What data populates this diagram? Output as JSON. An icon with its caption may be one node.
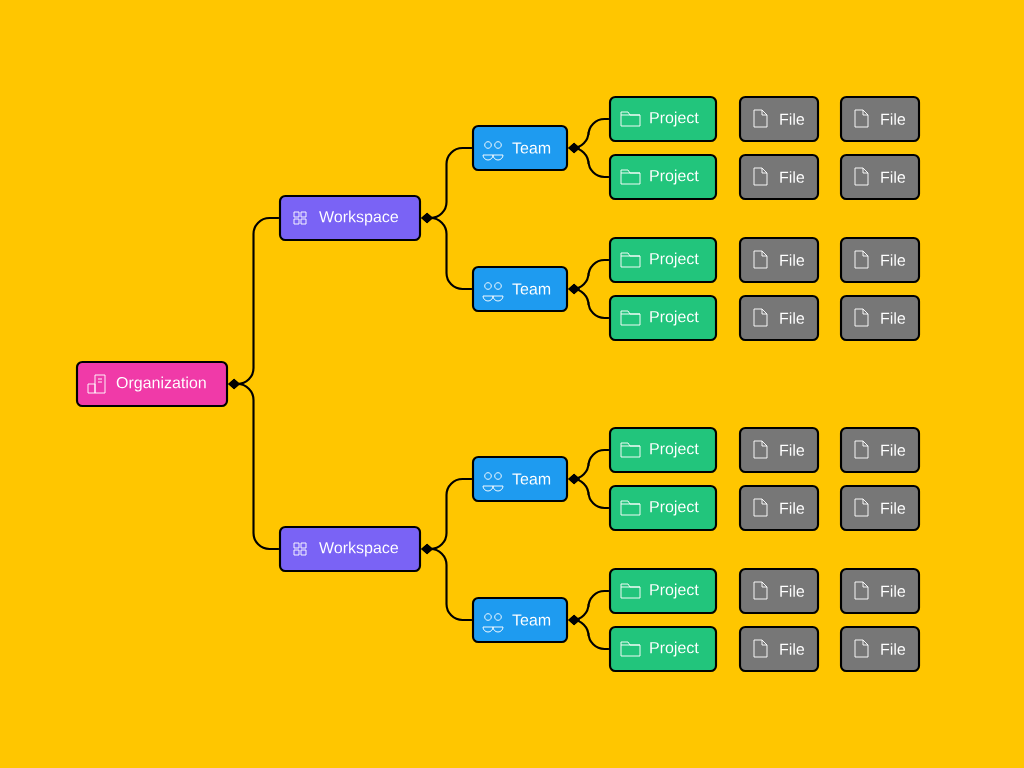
{
  "diagram": {
    "nodes": [
      {
        "text": [
          "Organization"
        ]
      },
      {
        "text": [
          "Workspace"
        ]
      },
      {
        "text": [
          "Team"
        ]
      },
      {
        "text": [
          "Project"
        ]
      },
      {
        "text": [
          "File"
        ]
      },
      {
        "text": [
          "File"
        ]
      },
      {
        "text": [
          "Project"
        ]
      },
      {
        "text": [
          "File"
        ]
      },
      {
        "text": [
          "File"
        ]
      },
      {
        "text": [
          "Team"
        ]
      },
      {
        "text": [
          "Project"
        ]
      },
      {
        "text": [
          "File"
        ]
      },
      {
        "text": [
          "File"
        ]
      },
      {
        "text": [
          "Project"
        ]
      },
      {
        "text": [
          "File"
        ]
      },
      {
        "text": [
          "File"
        ]
      },
      {
        "text": [
          "Workspace"
        ]
      },
      {
        "text": [
          "Team"
        ]
      },
      {
        "text": [
          "Project"
        ]
      },
      {
        "text": [
          "File"
        ]
      },
      {
        "text": [
          "File"
        ]
      },
      {
        "text": [
          "Project"
        ]
      },
      {
        "text": [
          "File"
        ]
      },
      {
        "text": [
          "File"
        ]
      },
      {
        "text": [
          "Team"
        ]
      },
      {
        "text": [
          "Project"
        ]
      },
      {
        "text": [
          "File"
        ]
      },
      {
        "text": [
          "File"
        ]
      },
      {
        "text": [
          "Project"
        ]
      },
      {
        "text": [
          "File"
        ]
      },
      {
        "text": [
          "File"
        ]
      }
    ],
    "edges": [
      {
        "from": 0,
        "to": 1,
        "arrow": "other"
      },
      {
        "from": 0,
        "to": 16,
        "arrow": "other"
      },
      {
        "from": 1,
        "to": 2,
        "arrow": "other"
      },
      {
        "from": 1,
        "to": 9,
        "arrow": "other"
      },
      {
        "from": 2,
        "to": 3,
        "arrow": "other"
      },
      {
        "from": 2,
        "to": 6,
        "arrow": "other"
      },
      {
        "from": 9,
        "to": 10,
        "arrow": "other"
      },
      {
        "from": 9,
        "to": 13,
        "arrow": "other"
      },
      {
        "from": 16,
        "to": 17,
        "arrow": "other"
      },
      {
        "from": 16,
        "to": 24,
        "arrow": "other"
      },
      {
        "from": 17,
        "to": 18,
        "arrow": "other"
      },
      {
        "from": 17,
        "to": 21,
        "arrow": "other"
      },
      {
        "from": 24,
        "to": 25,
        "arrow": "other"
      },
      {
        "from": 24,
        "to": 28,
        "arrow": "other"
      }
    ]
  }
}
